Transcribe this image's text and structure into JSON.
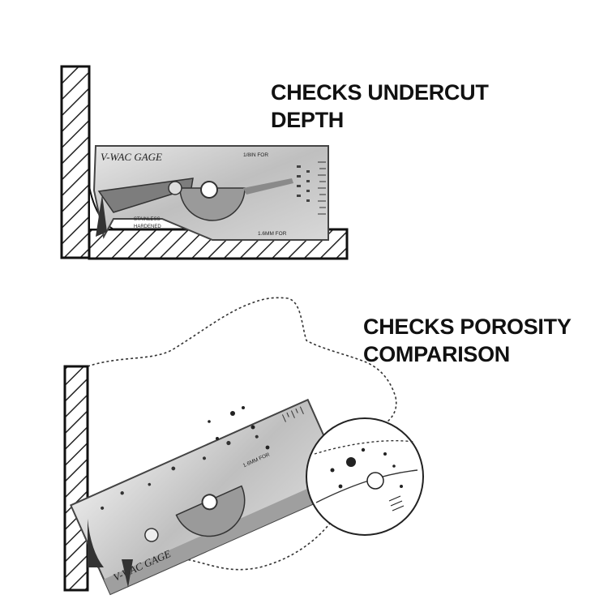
{
  "figure": {
    "panel_1": {
      "caption_lines": [
        "CHECKS UNDERCUT",
        "DEPTH"
      ],
      "gage_label": "V-WAC GAGE",
      "scale_label_top": "1/8IN FOR",
      "scale_label_bottom": "1.6MM FOR",
      "plate_text_lines": [
        "STAINLESS",
        "HARDENED"
      ]
    },
    "panel_2": {
      "caption_lines": [
        "CHECKS POROSITY",
        "COMPARISON"
      ],
      "gage_label": "V-WAC GAGE",
      "scale_label": "1.6MM FOR"
    }
  },
  "colors": {
    "ink": "#111111",
    "hatch": "#222222",
    "gage_fill": "#c9c9c9",
    "gage_dark": "#8a8a8a"
  }
}
